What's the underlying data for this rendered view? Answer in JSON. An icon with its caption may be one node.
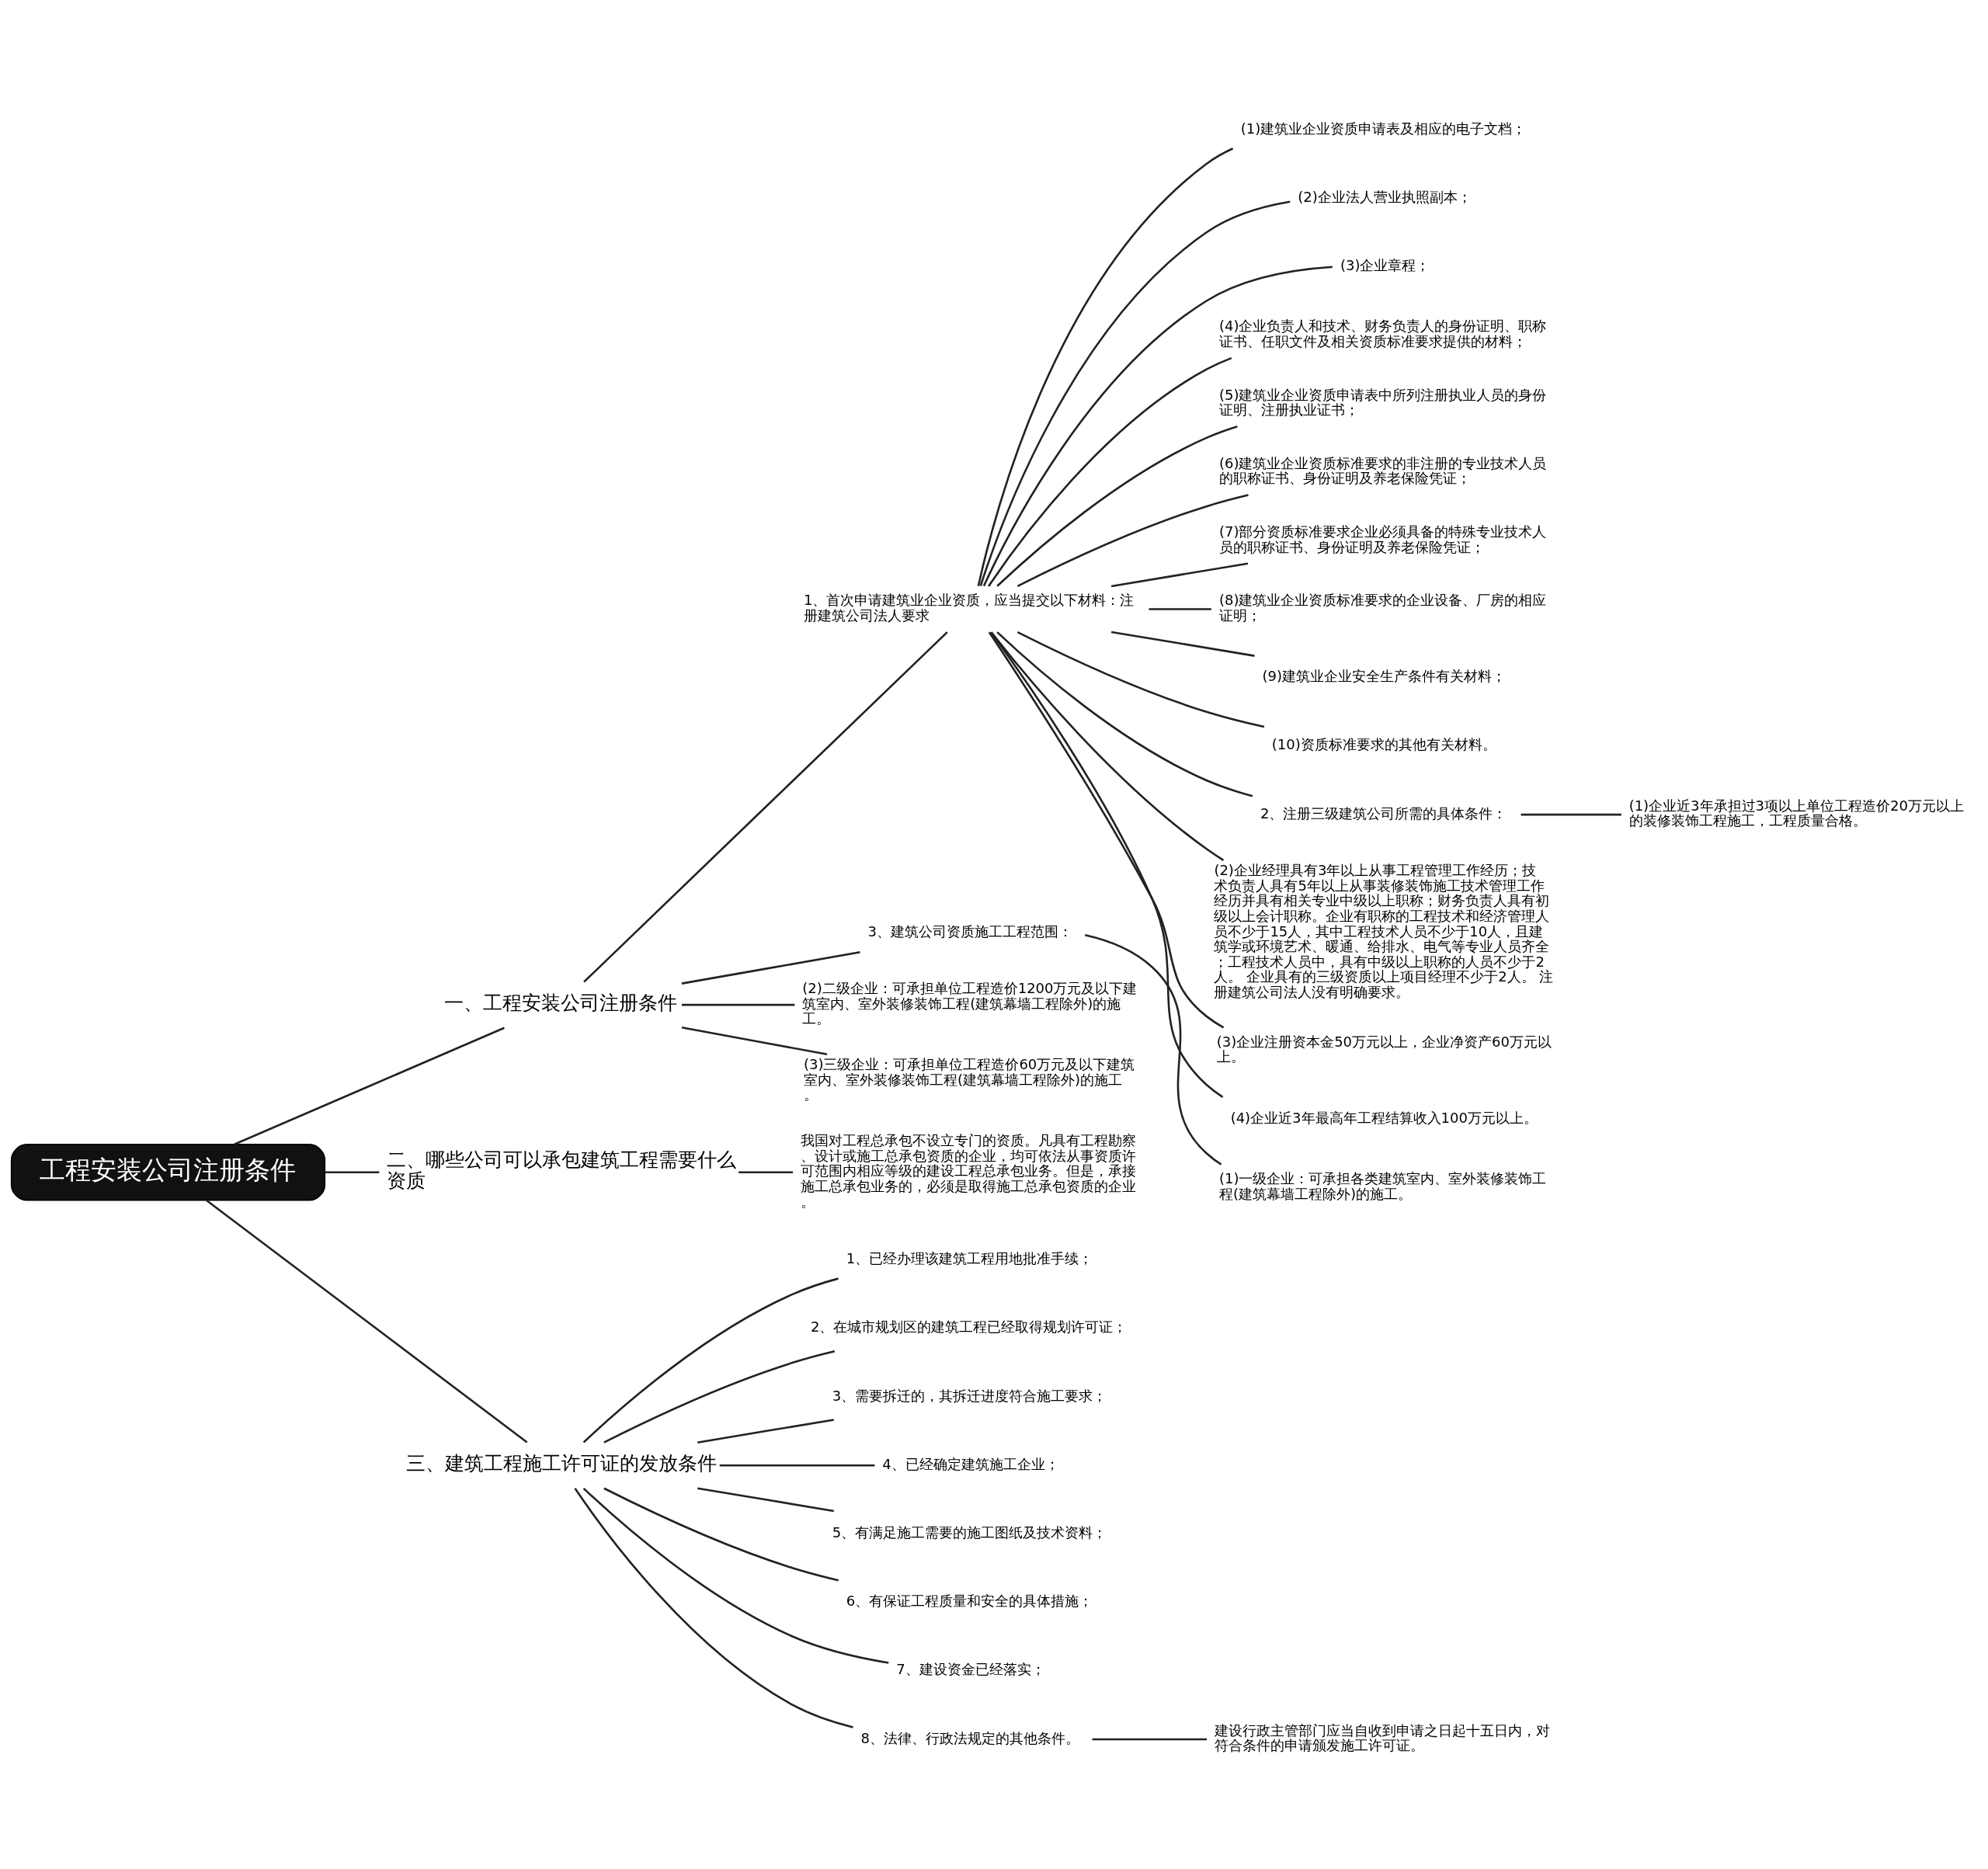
{
  "diagram": {
    "nodes": [
      {
        "text": [
          "工程安装公司注册条件"
        ]
      },
      {
        "text": [
          "一、工程安装公司注册条件"
        ]
      },
      {
        "text": [
          "1、首次申请建筑业企业资质，应当提交以下材料：注册建筑公司法人要求"
        ]
      },
      {
        "text": [
          "(1)建筑业企业资质申请表及相应的电子文档；"
        ]
      },
      {
        "text": [
          "(2)企业法人营业执照副本；"
        ]
      },
      {
        "text": [
          "(3)企业章程；"
        ]
      },
      {
        "text": [
          "(4)企业负责人和技术、财务负责人的身份证明、职称证书、任职文件及相关资质标准要求提供的材料；"
        ]
      },
      {
        "text": [
          "(5)建筑业企业资质申请表中所列注册执业人员的身份证明、注册执业证书；"
        ]
      },
      {
        "text": [
          "(6)建筑业企业资质标准要求的非注册的专业技术人员的职称证书、身份证明及养老保险凭证；"
        ]
      },
      {
        "text": [
          "(7)部分资质标准要求企业必须具备的特殊专业技术人员的职称证书、身份证明及养老保险凭证；"
        ]
      },
      {
        "text": [
          "(8)建筑业企业资质标准要求的企业设备、厂房的相应证明；"
        ]
      },
      {
        "text": [
          "(9)建筑业企业安全生产条件有关材料；"
        ]
      },
      {
        "text": [
          "(10)资质标准要求的其他有关材料。"
        ]
      },
      {
        "text": [
          "2、注册三级建筑公司所需的具体条件："
        ]
      },
      {
        "text": [
          "(1)企业近3年承担过3项以上单位工程造价20万元以上的装修装饰工程施工，工程质量合格。"
        ]
      },
      {
        "text": [
          "(2)企业经理具有3年以上从事工程管理工作经历；技术负责人具有5年以上从事装修装饰施工技术管理工作经历并具有相关专业中级以上职称；财务负责人具有初级以上会计职称。企业有职称的工程技术和经济管理人员不少于15人，其中工程技术人员不少于10人，且建筑学或环境艺术、暖通、给排水、电气等专业人员齐全；工程技术人员中，具有中级以上职称的人员不少于2人。 企业具有的三级资质以上项目经理不少于2人。 注册建筑公司法人没有明确要求。"
        ]
      },
      {
        "text": [
          "(3)企业注册资本金50万元以上，企业净资产60万元以上。"
        ]
      },
      {
        "text": [
          "(4)企业近3年最高年工程结算收入100万元以上。"
        ]
      },
      {
        "text": [
          "3、建筑公司资质施工工程范围："
        ]
      },
      {
        "text": [
          "(1)一级企业：可承担各类建筑室内、室外装修装饰工程(建筑幕墙工程除外)的施工。"
        ]
      },
      {
        "text": [
          "(2)二级企业：可承担单位工程造价1200万元及以下建筑室内、室外装修装饰工程(建筑幕墙工程除外)的施工。"
        ]
      },
      {
        "text": [
          "(3)三级企业：可承担单位工程造价60万元及以下建筑室内、室外装修装饰工程(建筑幕墙工程除外)的施工。"
        ]
      },
      {
        "text": [
          "二、哪些公司可以承包建筑工程需要什么资质"
        ]
      },
      {
        "text": [
          "我国对工程总承包不设立专门的资质。凡具有工程勘察、设计或施工总承包资质的企业，均可依法从事资质许可范围内相应等级的建设工程总承包业务。但是，承接施工总承包业务的，必须是取得施工总承包资质的企业。"
        ]
      },
      {
        "text": [
          "三、建筑工程施工许可证的发放条件"
        ]
      },
      {
        "text": [
          "1、已经办理该建筑工程用地批准手续；"
        ]
      },
      {
        "text": [
          "2、在城市规划区的建筑工程已经取得规划许可证；"
        ]
      },
      {
        "text": [
          "3、需要拆迁的，其拆迁进度符合施工要求；"
        ]
      },
      {
        "text": [
          "4、已经确定建筑施工企业；"
        ]
      },
      {
        "text": [
          "5、有满足施工需要的施工图纸及技术资料；"
        ]
      },
      {
        "text": [
          "6、有保证工程质量和安全的具体措施；"
        ]
      },
      {
        "text": [
          "7、建设资金已经落实；"
        ]
      },
      {
        "text": [
          "8、法律、行政法规定的其他条件。"
        ]
      },
      {
        "text": [
          "建设行政主管部门应当自收到申请之日起十五日内，对符合条件的申请颁发施工许可证。"
        ]
      }
    ],
    "edges": [
      {
        "from": 0,
        "to": 1,
        "arrow": "none"
      },
      {
        "from": 1,
        "to": 2,
        "arrow": "none"
      },
      {
        "from": 2,
        "to": 3,
        "arrow": "none"
      },
      {
        "from": 2,
        "to": 4,
        "arrow": "none"
      },
      {
        "from": 2,
        "to": 5,
        "arrow": "none"
      },
      {
        "from": 2,
        "to": 6,
        "arrow": "none"
      },
      {
        "from": 2,
        "to": 7,
        "arrow": "none"
      },
      {
        "from": 2,
        "to": 8,
        "arrow": "none"
      },
      {
        "from": 2,
        "to": 9,
        "arrow": "none"
      },
      {
        "from": 2,
        "to": 10,
        "arrow": "none"
      },
      {
        "from": 2,
        "to": 11,
        "arrow": "none"
      },
      {
        "from": 2,
        "to": 12,
        "arrow": "none"
      },
      {
        "from": 2,
        "to": 13,
        "arrow": "none"
      },
      {
        "from": 13,
        "to": 14,
        "arrow": "none"
      },
      {
        "from": 2,
        "to": 15,
        "arrow": "none"
      },
      {
        "from": 2,
        "to": 16,
        "arrow": "none"
      },
      {
        "from": 2,
        "to": 17,
        "arrow": "none"
      },
      {
        "from": 1,
        "to": 18,
        "arrow": "none"
      },
      {
        "from": 18,
        "to": 19,
        "arrow": "none"
      },
      {
        "from": 1,
        "to": 20,
        "arrow": "none"
      },
      {
        "from": 1,
        "to": 21,
        "arrow": "none"
      },
      {
        "from": 0,
        "to": 22,
        "arrow": "none"
      },
      {
        "from": 22,
        "to": 23,
        "arrow": "none"
      },
      {
        "from": 0,
        "to": 24,
        "arrow": "none"
      },
      {
        "from": 24,
        "to": 25,
        "arrow": "none"
      },
      {
        "from": 24,
        "to": 26,
        "arrow": "none"
      },
      {
        "from": 24,
        "to": 27,
        "arrow": "none"
      },
      {
        "from": 24,
        "to": 28,
        "arrow": "none"
      },
      {
        "from": 24,
        "to": 29,
        "arrow": "none"
      },
      {
        "from": 24,
        "to": 30,
        "arrow": "none"
      },
      {
        "from": 24,
        "to": 31,
        "arrow": "none"
      },
      {
        "from": 24,
        "to": 32,
        "arrow": "none"
      },
      {
        "from": 32,
        "to": 33,
        "arrow": "none"
      }
    ]
  }
}
